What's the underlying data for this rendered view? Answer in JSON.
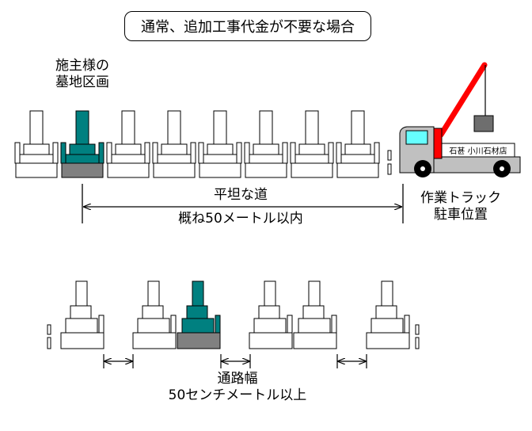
{
  "title": "通常、追加工事代金が不要な場合",
  "plot_label": [
    "施主様の",
    "墓地区画"
  ],
  "flat_path": "平坦な道",
  "distance_limit": "概ね50メートル以内",
  "truck_position": [
    "作業トラック",
    "駐車位置"
  ],
  "truck_sign": "石甚 小川石材店",
  "aisle_width": [
    "通路幅",
    "50センチメートル以上"
  ],
  "colors": {
    "client_grave": "#008080",
    "client_base": "#808080",
    "other_grave": "#ffffff",
    "outline": "#000000",
    "crane": "#ff0000",
    "truck_body": "#c0c0c0",
    "truck_window": "#66ffff",
    "crane_load": "#6e6e6e"
  }
}
